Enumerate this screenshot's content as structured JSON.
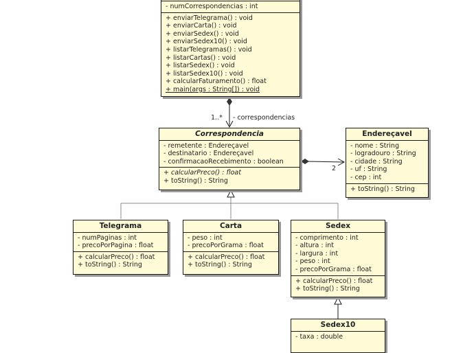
{
  "classes": {
    "main": {
      "attributes": [
        "- numCorrespondencias : int"
      ],
      "operations": [
        "+ enviarTelegrama() : void",
        "+ enviarCarta() : void",
        "+ enviarSedex() : void",
        "+ enviarSedex10() : void",
        "+ listarTelegramas() : void",
        "+ listarCartas() : void",
        "+ listarSedex() : void",
        "+ listarSedex10() : void",
        "+ calcularFaturamento() : float",
        "+ main(args : String[]) : void"
      ]
    },
    "correspondencia": {
      "name": "Correspondencia",
      "attributes": [
        "- remetente : Endereçavel",
        "- destinatario : Endereçavel",
        "- confirmacaoRecebimento : boolean"
      ],
      "operations": [
        "+ calcularPreco() : float",
        "+ toString() : String"
      ]
    },
    "enderecavel": {
      "name": "Endereçavel",
      "attributes": [
        "- nome : String",
        "- logradouro : String",
        "- cidade : String",
        "- uf : String",
        "- cep : int"
      ],
      "operations": [
        "+ toString() : String"
      ]
    },
    "telegrama": {
      "name": "Telegrama",
      "attributes": [
        "- numPaginas : int",
        "- precoPorPagina : float"
      ],
      "operations": [
        "+ calcularPreco() : float",
        "+ toString() : String"
      ]
    },
    "carta": {
      "name": "Carta",
      "attributes": [
        "- peso : int",
        "- precoPorGrama : float"
      ],
      "operations": [
        "+ calcularPreco() : float",
        "+ toString() : String"
      ]
    },
    "sedex": {
      "name": "Sedex",
      "attributes": [
        "- comprimento : int",
        "- altura : int",
        "- largura : int",
        "- peso : int",
        "- precoPorGrama : float"
      ],
      "operations": [
        "+ calcularPreco() : float",
        "+ toString() : String"
      ]
    },
    "sedex10": {
      "name": "Sedex10",
      "attributes": [
        "- taxa : double"
      ]
    }
  },
  "associations": {
    "correspondencias_multiplicity": "1..*",
    "correspondencias_role": "- correspondencias",
    "enderecavel_multiplicity": "2"
  },
  "colors": {
    "class_fill": "#fffbd6",
    "line": "#1a1a1a"
  }
}
